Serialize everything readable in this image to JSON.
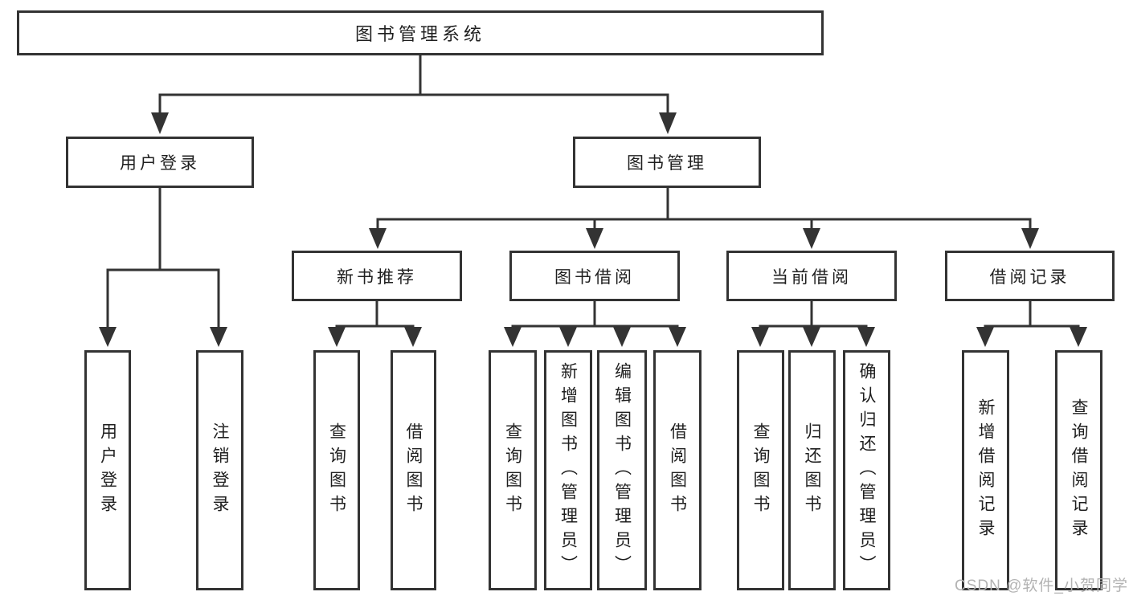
{
  "diagram": {
    "title": "图书管理系统",
    "children": [
      {
        "label": "用户登录",
        "children": [
          {
            "label": "用户登录"
          },
          {
            "label": "注销登录"
          }
        ]
      },
      {
        "label": "图书管理",
        "children": [
          {
            "label": "新书推荐",
            "children": [
              {
                "label": "查询图书"
              },
              {
                "label": "借阅图书"
              }
            ]
          },
          {
            "label": "图书借阅",
            "children": [
              {
                "label": "查询图书"
              },
              {
                "label": "新增图书（管理员）"
              },
              {
                "label": "编辑图书（管理员）"
              },
              {
                "label": "借阅图书"
              }
            ]
          },
          {
            "label": "当前借阅",
            "children": [
              {
                "label": "查询图书"
              },
              {
                "label": "归还图书"
              },
              {
                "label": "确认归还（管理员）"
              }
            ]
          },
          {
            "label": "借阅记录",
            "children": [
              {
                "label": "新增借阅记录"
              },
              {
                "label": "查询借阅记录"
              }
            ]
          }
        ]
      }
    ]
  },
  "watermark": {
    "text": "CSDN @软件_小贺同学"
  },
  "colors": {
    "line": "#333333",
    "text": "#1f1f1f",
    "watermark": "#b3b3b3",
    "background": "#ffffff"
  }
}
